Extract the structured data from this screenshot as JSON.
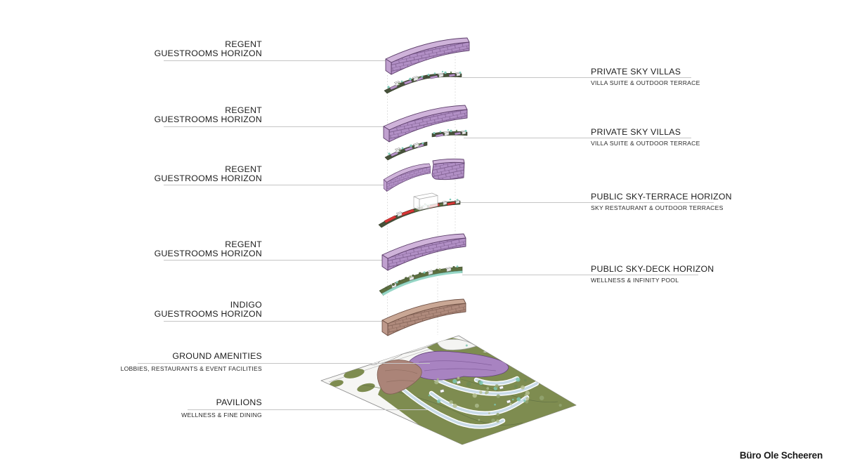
{
  "branding": {
    "studio": "Büro Ole Scheeren"
  },
  "left_labels": [
    {
      "id": "regent-1",
      "line1": "REGENT",
      "line2": "GUESTROOMS HORIZON"
    },
    {
      "id": "regent-2",
      "line1": "REGENT",
      "line2": "GUESTROOMS HORIZON"
    },
    {
      "id": "regent-3",
      "line1": "REGENT",
      "line2": "GUESTROOMS HORIZON"
    },
    {
      "id": "regent-4",
      "line1": "REGENT",
      "line2": "GUESTROOMS HORIZON"
    },
    {
      "id": "indigo",
      "line1": "INDIGO",
      "line2": "GUESTROOMS HORIZON"
    },
    {
      "id": "ground-amenities",
      "line1": "GROUND AMENITIES",
      "sub": "LOBBIES, RESTAURANTS & EVENT FACILITIES"
    },
    {
      "id": "pavilions",
      "line1": "PAVILIONS",
      "sub": "WELLNESS & FINE DINING"
    }
  ],
  "right_labels": [
    {
      "id": "sky-villas-1",
      "title": "PRIVATE SKY VILLAS",
      "sub": "VILLA SUITE & OUTDOOR TERRACE"
    },
    {
      "id": "sky-villas-2",
      "title": "PRIVATE SKY VILLAS",
      "sub": "VILLA SUITE & OUTDOOR TERRACE"
    },
    {
      "id": "sky-terrace",
      "title": "PUBLIC SKY-TERRACE HORIZON",
      "sub": "SKY RESTAURANT & OUTDOOR TERRACES"
    },
    {
      "id": "sky-deck",
      "title": "PUBLIC SKY-DECK HORIZON",
      "sub": "WELLNESS & INFINITY POOL"
    }
  ],
  "colors": {
    "text": "#1d1d1d",
    "leader_line": "#c5c5c5",
    "regent_face": "#b18fc5",
    "regent_top": "#cfb3da",
    "regent_cap": "#c0a0cf",
    "regent_line": "#5d3f6b",
    "indigo_face": "#af8a7c",
    "indigo_top": "#c9a795",
    "indigo_cap": "#bd988a",
    "indigo_line": "#6e5044",
    "villa_purple": "#b794c8",
    "terrace_green": "#5d7040",
    "terrace_dark": "#47523a",
    "red_deck": "#d93636",
    "pool_teal": "#96d6c6",
    "tree_teal": "#7fcab8",
    "ground_green": "#7e8c50",
    "ground_purple": "#a883c1",
    "ground_brown": "#ab8478",
    "water": "#c9dbe7"
  }
}
